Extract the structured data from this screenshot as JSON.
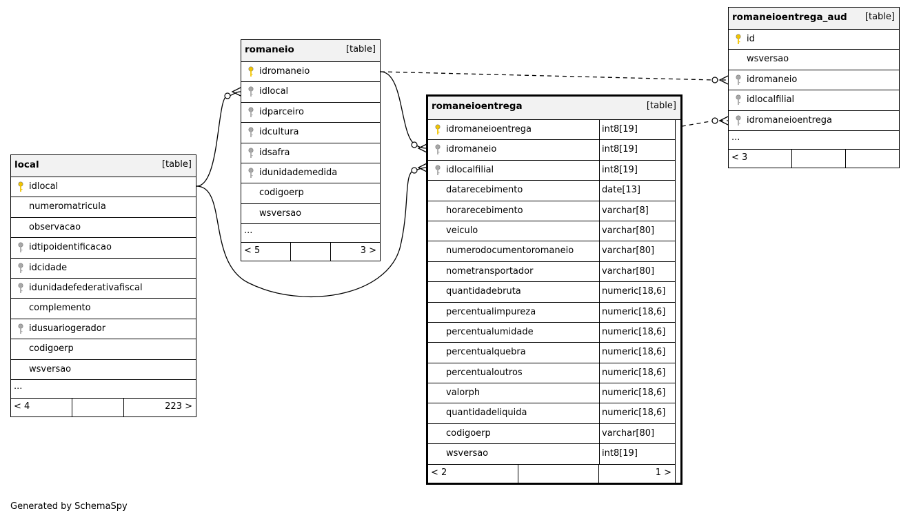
{
  "footer": "Generated by SchemaSpy",
  "tables": {
    "local": {
      "name": "local",
      "kind": "[table]",
      "columns": [
        {
          "name": "idlocal",
          "key": "pk"
        },
        {
          "name": "numeromatricula",
          "key": "none"
        },
        {
          "name": "observacao",
          "key": "none"
        },
        {
          "name": "idtipoidentificacao",
          "key": "fk"
        },
        {
          "name": "idcidade",
          "key": "fk"
        },
        {
          "name": "idunidadefederativafiscal",
          "key": "fk"
        },
        {
          "name": "complemento",
          "key": "none"
        },
        {
          "name": "idusuariogerador",
          "key": "fk"
        },
        {
          "name": "codigoerp",
          "key": "none"
        },
        {
          "name": "wsversao",
          "key": "none"
        }
      ],
      "ellipsis": "...",
      "footer": {
        "left": "< 4",
        "right": "223 >"
      }
    },
    "romaneio": {
      "name": "romaneio",
      "kind": "[table]",
      "columns": [
        {
          "name": "idromaneio",
          "key": "pk"
        },
        {
          "name": "idlocal",
          "key": "fk"
        },
        {
          "name": "idparceiro",
          "key": "fk"
        },
        {
          "name": "idcultura",
          "key": "fk"
        },
        {
          "name": "idsafra",
          "key": "fk"
        },
        {
          "name": "idunidademedida",
          "key": "fk"
        },
        {
          "name": "codigoerp",
          "key": "none"
        },
        {
          "name": "wsversao",
          "key": "none"
        }
      ],
      "ellipsis": "...",
      "footer": {
        "left": "< 5",
        "right": "3 >"
      }
    },
    "romaneioentrega": {
      "name": "romaneioentrega",
      "kind": "[table]",
      "columns": [
        {
          "name": "idromaneioentrega",
          "type": "int8[19]",
          "key": "pk"
        },
        {
          "name": "idromaneio",
          "type": "int8[19]",
          "key": "fk"
        },
        {
          "name": "idlocalfilial",
          "type": "int8[19]",
          "key": "fk"
        },
        {
          "name": "datarecebimento",
          "type": "date[13]",
          "key": "none"
        },
        {
          "name": "horarecebimento",
          "type": "varchar[8]",
          "key": "none"
        },
        {
          "name": "veiculo",
          "type": "varchar[80]",
          "key": "none"
        },
        {
          "name": "numerodocumentoromaneio",
          "type": "varchar[80]",
          "key": "none"
        },
        {
          "name": "nometransportador",
          "type": "varchar[80]",
          "key": "none"
        },
        {
          "name": "quantidadebruta",
          "type": "numeric[18,6]",
          "key": "none"
        },
        {
          "name": "percentualimpureza",
          "type": "numeric[18,6]",
          "key": "none"
        },
        {
          "name": "percentualumidade",
          "type": "numeric[18,6]",
          "key": "none"
        },
        {
          "name": "percentualquebra",
          "type": "numeric[18,6]",
          "key": "none"
        },
        {
          "name": "percentualoutros",
          "type": "numeric[18,6]",
          "key": "none"
        },
        {
          "name": "valorph",
          "type": "numeric[18,6]",
          "key": "none"
        },
        {
          "name": "quantidadeliquida",
          "type": "numeric[18,6]",
          "key": "none"
        },
        {
          "name": "codigoerp",
          "type": "varchar[80]",
          "key": "none"
        },
        {
          "name": "wsversao",
          "type": "int8[19]",
          "key": "none"
        }
      ],
      "footer": {
        "left": "< 2",
        "right": "1 >"
      }
    },
    "romaneioentrega_aud": {
      "name": "romaneioentrega_aud",
      "kind": "[table]",
      "columns": [
        {
          "name": "id",
          "key": "pk"
        },
        {
          "name": "wsversao",
          "key": "none"
        },
        {
          "name": "idromaneio",
          "key": "fk"
        },
        {
          "name": "idlocalfilial",
          "key": "fk"
        },
        {
          "name": "idromaneioentrega",
          "key": "fk"
        }
      ],
      "ellipsis": "...",
      "footer": {
        "left": "< 3",
        "right": ""
      }
    }
  },
  "colors": {
    "pk_key": "#f2c500",
    "fk_key": "#a8a8a8",
    "header_bg": "#f2f2f2",
    "line": "#000000"
  }
}
